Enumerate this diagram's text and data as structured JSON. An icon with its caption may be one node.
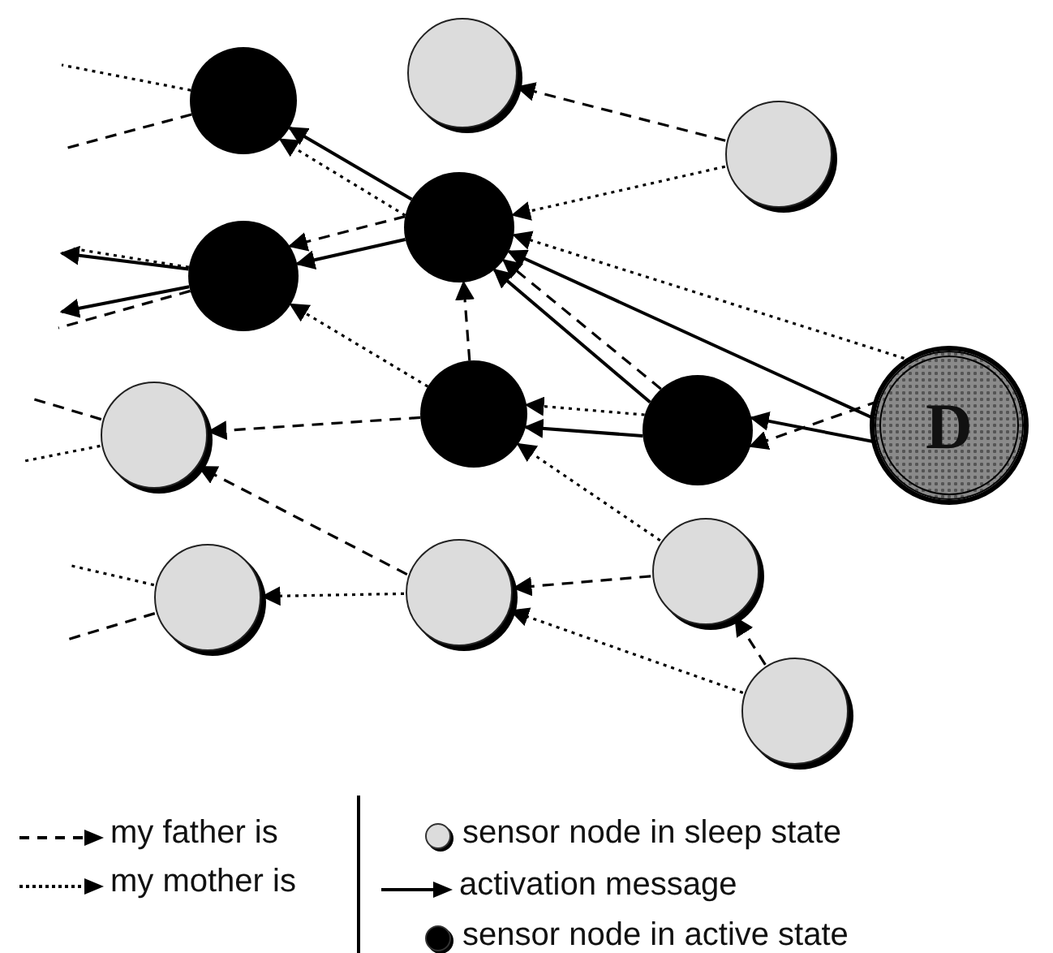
{
  "diagram": {
    "nodes": [
      {
        "text": [],
        "shape": "circle"
      },
      {
        "text": [],
        "shape": "circle"
      },
      {
        "text": [],
        "shape": "circle"
      },
      {
        "text": [],
        "shape": "circle"
      },
      {
        "text": [],
        "shape": "circle"
      },
      {
        "text": [
          "D"
        ]
      },
      {
        "text": [],
        "shape": "circle"
      },
      {
        "text": [],
        "shape": "circle"
      },
      {
        "text": [],
        "shape": "circle"
      },
      {
        "text": [],
        "shape": "circle"
      },
      {
        "text": [],
        "shape": "circle"
      },
      {
        "text": [],
        "shape": "circle"
      },
      {
        "text": [],
        "shape": "circle"
      }
    ],
    "edges": [
      {
        "from": 2,
        "to": 1,
        "arrow": "to",
        "style": "dashed"
      },
      {
        "from": 2,
        "to": 3,
        "arrow": "to",
        "style": "dashed"
      },
      {
        "from": 5,
        "to": 3,
        "arrow": "to",
        "style": "dashed"
      },
      {
        "from": 5,
        "to": 3,
        "arrow": "to"
      },
      {
        "from": 7,
        "to": 3,
        "arrow": "to"
      },
      {
        "from": 7,
        "to": 3,
        "arrow": "to",
        "style": "dashed"
      },
      {
        "from": 6,
        "to": 3,
        "arrow": "to",
        "style": "dashed"
      },
      {
        "from": 3,
        "to": 0,
        "arrow": "to"
      },
      {
        "from": 3,
        "to": 0,
        "arrow": "to",
        "style": "dashed"
      },
      {
        "from": 3,
        "to": 4,
        "arrow": "to"
      },
      {
        "from": 3,
        "to": 4,
        "arrow": "to",
        "style": "dashed"
      },
      {
        "from": 6,
        "to": 4,
        "arrow": "to",
        "style": "dashed"
      },
      {
        "from": 4,
        "to": null,
        "arrow": "to"
      },
      {
        "from": 4,
        "to": null,
        "arrow": "to"
      },
      {
        "from": 0,
        "to": null,
        "arrow": "none",
        "style": "dashed"
      },
      {
        "from": 0,
        "to": null,
        "arrow": "none",
        "style": "dashed"
      },
      {
        "from": 4,
        "to": null,
        "arrow": "none",
        "style": "dashed"
      },
      {
        "from": 4,
        "to": null,
        "arrow": "none",
        "style": "dashed"
      },
      {
        "from": 5,
        "to": 7,
        "arrow": "to"
      },
      {
        "from": 5,
        "to": 7,
        "arrow": "to",
        "style": "dashed"
      },
      {
        "from": 7,
        "to": 6,
        "arrow": "to"
      },
      {
        "from": 7,
        "to": 6,
        "arrow": "to",
        "style": "dashed"
      },
      {
        "from": 6,
        "to": 8,
        "arrow": "to",
        "style": "dashed"
      },
      {
        "from": 10,
        "to": 8,
        "arrow": "to",
        "style": "dashed"
      },
      {
        "from": 10,
        "to": 9,
        "arrow": "to",
        "style": "dashed"
      },
      {
        "from": 11,
        "to": 6,
        "arrow": "to",
        "style": "dashed"
      },
      {
        "from": 11,
        "to": 10,
        "arrow": "to",
        "style": "dashed"
      },
      {
        "from": 12,
        "to": 10,
        "arrow": "to",
        "style": "dashed"
      },
      {
        "from": 12,
        "to": 11,
        "arrow": "to",
        "style": "dashed"
      },
      {
        "from": 8,
        "to": null,
        "arrow": "none",
        "style": "dashed"
      },
      {
        "from": 8,
        "to": null,
        "arrow": "none",
        "style": "dashed"
      },
      {
        "from": 9,
        "to": null,
        "arrow": "none",
        "style": "dashed"
      },
      {
        "from": 9,
        "to": null,
        "arrow": "none",
        "style": "dashed"
      }
    ],
    "legend": [
      {
        "text": "my father is"
      },
      {
        "text": "my mother is"
      },
      {
        "text": "sensor node in sleep state"
      },
      {
        "text": "activation message"
      },
      {
        "text": "sensor node in active state"
      }
    ]
  }
}
